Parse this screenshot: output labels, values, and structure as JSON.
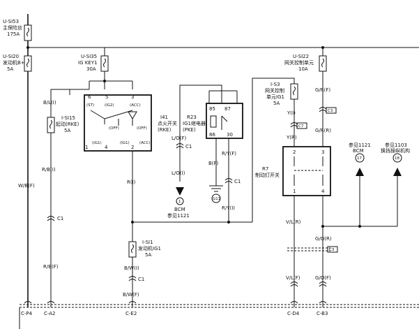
{
  "fuses": {
    "si53": {
      "id": "U-SI53",
      "name": "主保险丝",
      "rating": "175A"
    },
    "si20": {
      "id": "U-SI20",
      "name": "发动机B+",
      "rating": "5A"
    },
    "si35": {
      "id": "U-SI35",
      "name": "IG KEY1",
      "rating": "30A"
    },
    "si22": {
      "id": "U-SI22",
      "name": "网关控制单元",
      "rating": "10A"
    },
    "si15": {
      "id": "I-SI15",
      "name": "起动(RKE)",
      "rating": "5A"
    },
    "s3": {
      "id": "I-S3",
      "name": "网关控制",
      "name2": "单元IG1",
      "rating": "5A"
    },
    "si1": {
      "id": "I-SI1",
      "name": "发动机IG1",
      "rating": "5A"
    }
  },
  "components": {
    "i41": {
      "id": "I41",
      "name": "点火开关",
      "name2": "(RKE)"
    },
    "r23": {
      "id": "R23",
      "name": "IG1继电器",
      "name2": "(PKE)"
    },
    "r7": {
      "id": "R7",
      "name": "制动灯开关"
    },
    "g11": "G11"
  },
  "switch_pins": {
    "p6": "6",
    "p5": "5",
    "p3": "3",
    "st": "(ST)",
    "ig2": "(IG2)",
    "acc_top": "(ACC)",
    "off1": "(OFF)",
    "off2": "(OFF)",
    "ig1": "(IG1)",
    "ig1b": "(IG1)",
    "acc": "(ACC)",
    "p4": "4",
    "p1": "1",
    "p2": "2"
  },
  "relay_pins": {
    "p85": "85",
    "p87": "87",
    "p86": "86",
    "p30": "30"
  },
  "r7_pins": {
    "p2": "2",
    "p3": "3",
    "p1": "1",
    "p4": "4"
  },
  "wires": {
    "bl": "B/L(I)",
    "wb": "W/B(F)",
    "rbi": "R/B(I)",
    "rbf": "R/B(F)",
    "ri": "R(I)",
    "uo_f": "L/O(F)",
    "lo_i": "L/O(I)",
    "bf": "B(F)",
    "ry_top": "R/Y(F)",
    "ry_bot": "R/Y(I)",
    "bwi": "B/W(I)",
    "bwf": "B/W(F)",
    "yi": "Y(I)",
    "yr": "Y(R)",
    "gr_top": "G/R(F)",
    "gr_mid": "G/R(R)",
    "vl_r": "V/L(R)",
    "vl_f": "V/L(F)",
    "go_r": "G/O(R)",
    "go_f": "G/O(F)"
  },
  "connectors": {
    "c1": "C1",
    "c3": "C3",
    "c7": "C7"
  },
  "refs": {
    "bcm1": {
      "num": "1",
      "name": "BCM",
      "ref": "参见1121"
    },
    "bcm17": {
      "num": "17",
      "ref": "参见1121",
      "name": "BCM"
    },
    "t18": {
      "num": "18",
      "ref": "参见1103",
      "name": "换挡操纵机构"
    }
  },
  "bottom": {
    "cp4": "C-P4",
    "ca2": "C-A2",
    "ce2": "C-E2",
    "cd4": "C-D4",
    "cb3": "C-B3"
  }
}
